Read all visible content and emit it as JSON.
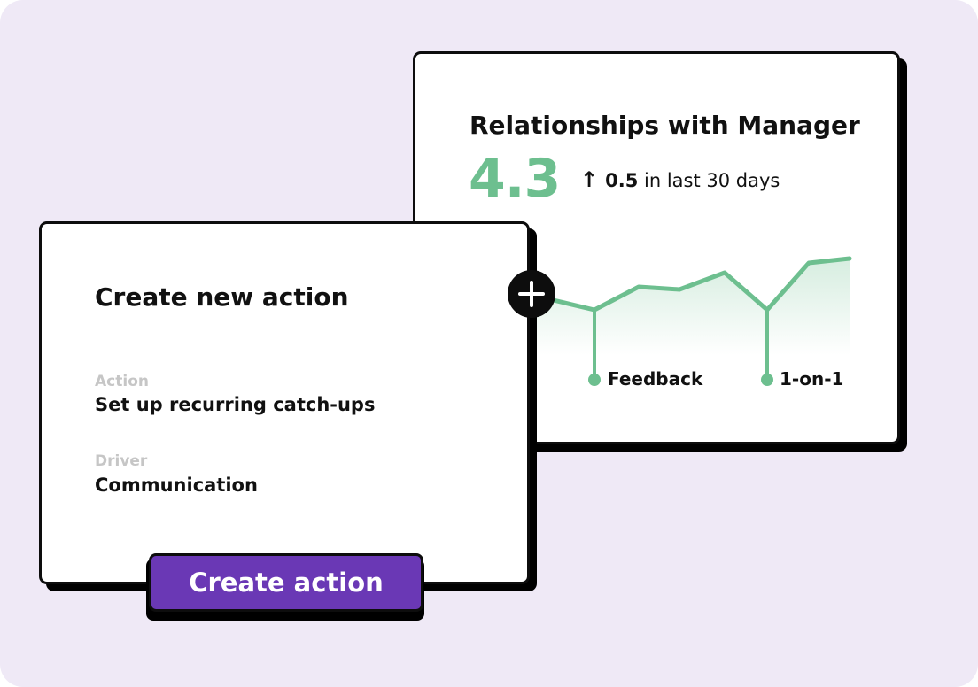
{
  "score_card": {
    "title": "Relationships with Manager",
    "score": "4.3",
    "trend_arrow": "↑",
    "trend_delta": "0.5",
    "trend_text": "in last 30 days",
    "chart_labels": [
      "Feedback",
      "1-on-1"
    ]
  },
  "action_card": {
    "title": "Create new action",
    "fields": [
      {
        "label": "Action",
        "value": "Set up recurring catch-ups"
      },
      {
        "label": "Driver",
        "value": "Communication"
      }
    ],
    "create_button_label": "Create action"
  },
  "colors": {
    "background": "#efe9f6",
    "accent_green": "#6dbf8f",
    "button_purple": "#6a38b5",
    "border": "#0d0d0d"
  },
  "icons": [
    "plus-icon",
    "arrow-up-icon"
  ]
}
